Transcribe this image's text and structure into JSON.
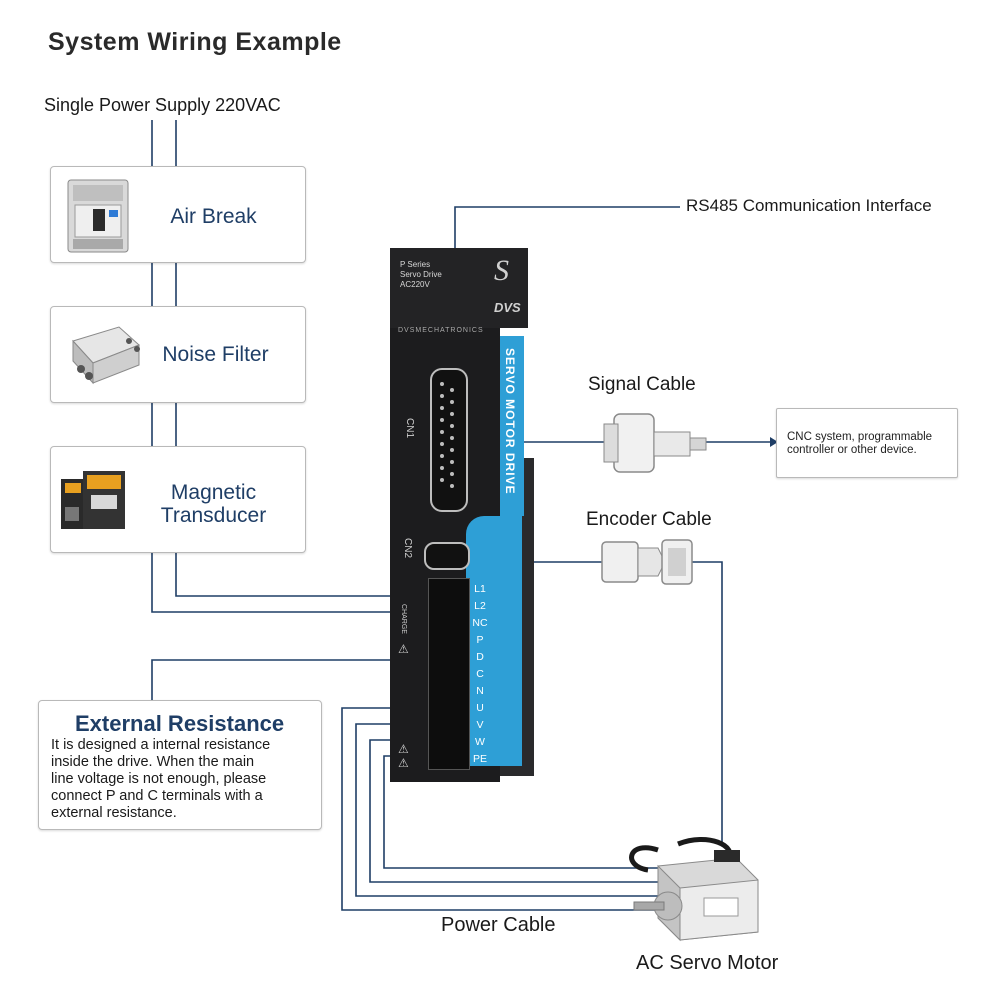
{
  "title": "System Wiring Example",
  "supply_label": "Single Power Supply 220VAC",
  "components": {
    "air_break": "Air Break",
    "noise_filter": "Noise Filter",
    "magnetic_transducer_line1": "Magnetic",
    "magnetic_transducer_line2": "Transducer"
  },
  "rs485_label": "RS485 Communication Interface",
  "signal_cable_label": "Signal Cable",
  "encoder_cable_label": "Encoder Cable",
  "cnc_box": {
    "line1": "CNC system, programmable",
    "line2": "controller or other device."
  },
  "external_resistance": {
    "title": "External Resistance",
    "lines": [
      "It is designed a internal resistance",
      "inside the drive. When the main",
      "line voltage is not enough, please",
      "connect P and C terminals with a",
      "external resistance."
    ]
  },
  "power_cable_label": "Power Cable",
  "motor_label": "AC Servo Motor",
  "drive": {
    "series": "P Series",
    "type": "Servo Drive",
    "rating": "AC220V",
    "logo_letter": "S",
    "brand_mark": "DVS",
    "brand_text": "DVSMECHATRONICS",
    "side_text": "SERVO MOTOR DRIVE",
    "cn1": "CN1",
    "cn2": "CN2",
    "charge": "CHARGE",
    "terminals": [
      "L1",
      "L2",
      "NC",
      "P",
      "D",
      "C",
      "N",
      "U",
      "V",
      "W",
      "PE"
    ]
  },
  "colors": {
    "wire": "#1f3e66",
    "accent": "#2e9fd6",
    "drive_body": "#1c1c1e",
    "label_blue": "#1f3e66"
  }
}
